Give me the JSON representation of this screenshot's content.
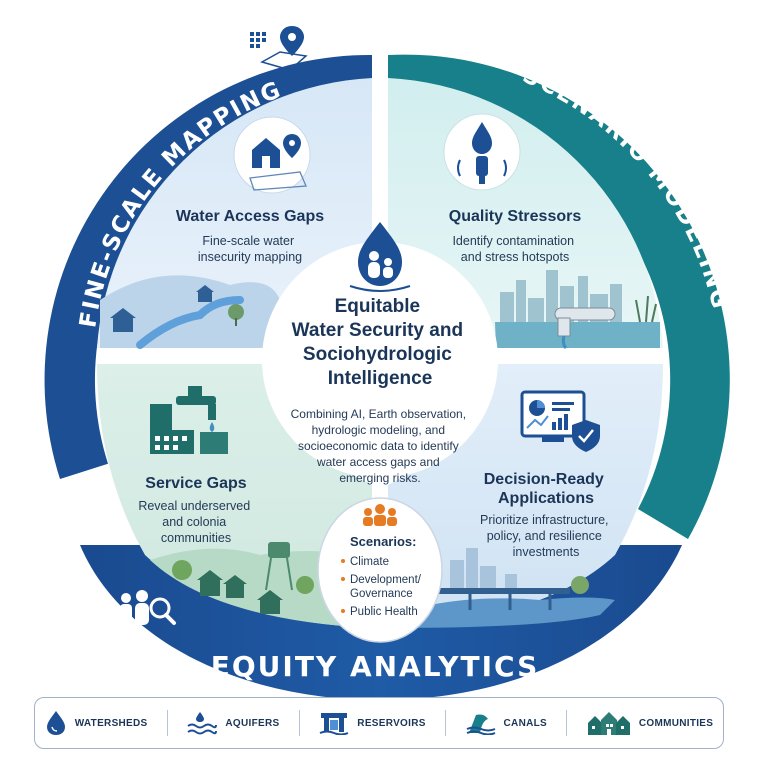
{
  "ring": {
    "left_label": "FINE-SCALE MAPPING",
    "right_label": "SCENARIO MODELING",
    "bottom_label": "EQUITY ANALYTICS"
  },
  "quadrants": {
    "top_left": {
      "title": "Water Access Gaps",
      "desc_lines": [
        "Fine-scale water",
        "insecurity mapping"
      ]
    },
    "top_right": {
      "title": "Quality Stressors",
      "desc_lines": [
        "Identify contamination",
        "and stress hotspots"
      ]
    },
    "bottom_left": {
      "title": "Service Gaps",
      "desc_lines": [
        "Reveal underserved",
        "and colonia",
        "communities"
      ]
    },
    "bottom_right": {
      "title_lines": [
        "Decision-Ready",
        "Applications"
      ],
      "desc_lines": [
        "Prioritize infrastructure,",
        "policy, and resilience",
        "investments"
      ]
    }
  },
  "center": {
    "title_lines": [
      "Equitable",
      "Water Security and",
      "Sociohydrologic",
      "Intelligence"
    ],
    "desc_lines": [
      "Combining AI, Earth observation,",
      "hydrologic modeling, and",
      "socioeconomic data to identify",
      "water access gaps and",
      "emerging risks."
    ]
  },
  "scenarios": {
    "title": "Scenarios:",
    "items": [
      "Climate",
      "Development/",
      "Governance",
      "Public Health"
    ]
  },
  "legend": {
    "items": [
      {
        "label": "WATERSHEDS",
        "icon": "water-drop-icon"
      },
      {
        "label": "AQUIFERS",
        "icon": "aquifer-waves-icon"
      },
      {
        "label": "RESERVOIRS",
        "icon": "dam-icon"
      },
      {
        "label": "CANALS",
        "icon": "canal-icon"
      },
      {
        "label": "COMMUNITIES",
        "icon": "houses-icon"
      }
    ]
  },
  "colors": {
    "navy": "#1c4f93",
    "teal": "#17808a",
    "dark_text": "#1b3558"
  }
}
